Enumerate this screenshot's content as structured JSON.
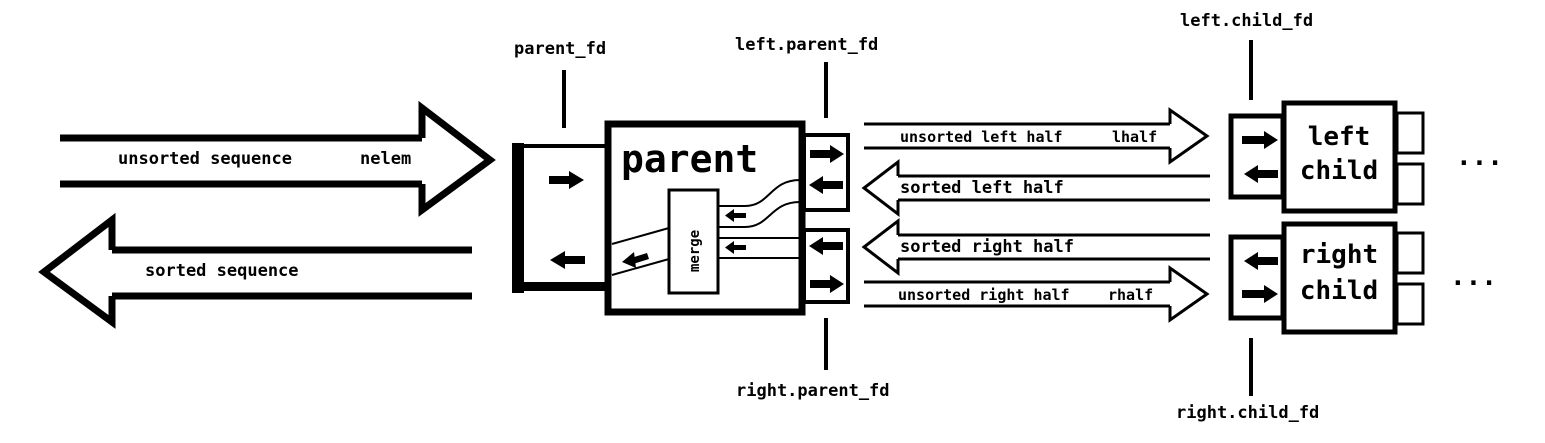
{
  "fd_labels": {
    "parent_fd": "parent_fd",
    "left_parent_fd": "left.parent_fd",
    "right_parent_fd": "right.parent_fd",
    "left_child_fd": "left.child_fd",
    "right_child_fd": "right.child_fd"
  },
  "arrows": {
    "unsorted_sequence": "unsorted sequence",
    "nelem": "nelem",
    "sorted_sequence": "sorted sequence",
    "unsorted_left_half": "unsorted left half",
    "lhalf": "lhalf",
    "sorted_left_half": "sorted left half",
    "sorted_right_half": "sorted right half",
    "unsorted_right_half": "unsorted right half",
    "rhalf": "rhalf"
  },
  "boxes": {
    "parent": "parent",
    "merge": "merge",
    "left_child_line1": "left",
    "left_child_line2": "child",
    "right_child_line1": "right",
    "right_child_line2": "child"
  },
  "ellipsis": {
    "top": "...",
    "bottom": "..."
  }
}
